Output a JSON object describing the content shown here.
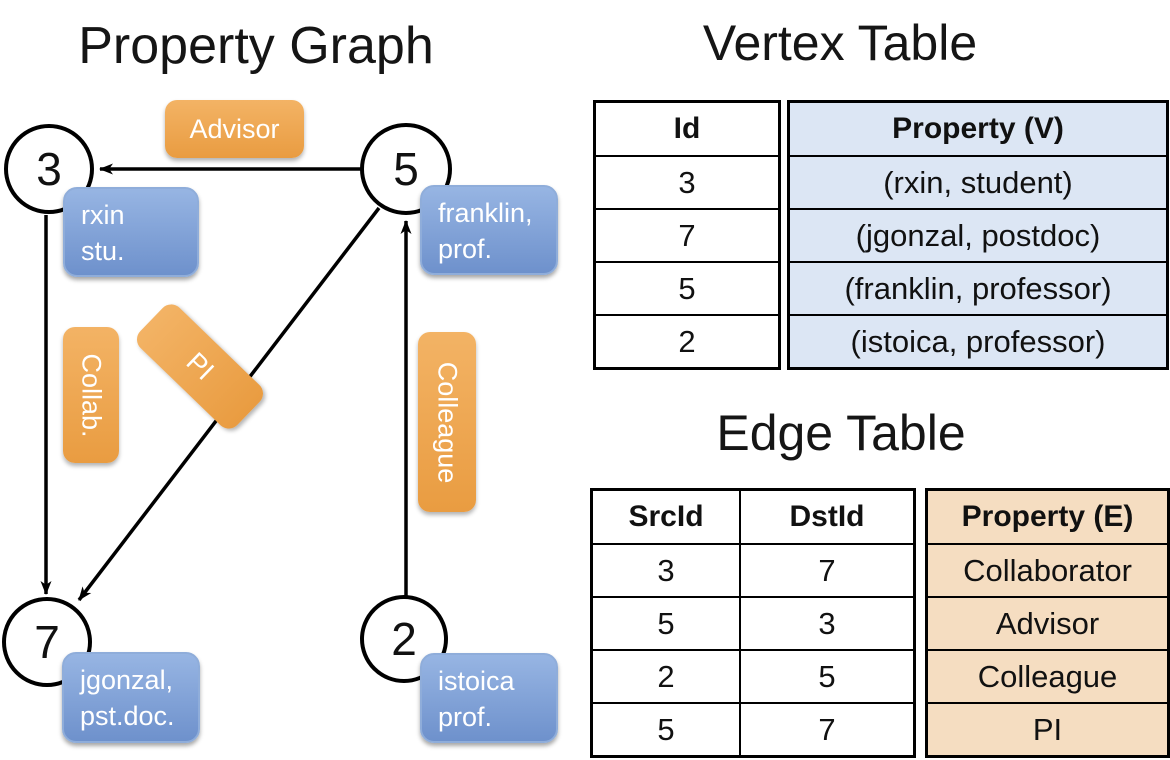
{
  "titles": {
    "graph": "Property Graph",
    "vertex_table": "Vertex Table",
    "edge_table": "Edge Table"
  },
  "graph": {
    "nodes": [
      {
        "id": "3",
        "property": [
          "rxin",
          "stu."
        ]
      },
      {
        "id": "5",
        "property": [
          "franklin,",
          "prof."
        ]
      },
      {
        "id": "7",
        "property": [
          "jgonzal,",
          "pst.doc."
        ]
      },
      {
        "id": "2",
        "property": [
          "istoica",
          "prof."
        ]
      }
    ],
    "edges": [
      {
        "src": "5",
        "dst": "3",
        "label": "Advisor"
      },
      {
        "src": "3",
        "dst": "7",
        "label": "Collab."
      },
      {
        "src": "5",
        "dst": "7",
        "label": "PI"
      },
      {
        "src": "2",
        "dst": "5",
        "label": "Colleague"
      }
    ]
  },
  "vertex_table": {
    "columns": {
      "id": "Id",
      "property": "Property (V)"
    },
    "rows": [
      {
        "id": "3",
        "property": "(rxin, student)"
      },
      {
        "id": "7",
        "property": "(jgonzal, postdoc)"
      },
      {
        "id": "5",
        "property": "(franklin, professor)"
      },
      {
        "id": "2",
        "property": "(istoica, professor)"
      }
    ]
  },
  "edge_table": {
    "columns": {
      "src": "SrcId",
      "dst": "DstId",
      "property": "Property (E)"
    },
    "rows": [
      {
        "src": "3",
        "dst": "7",
        "property": "Collaborator"
      },
      {
        "src": "5",
        "dst": "3",
        "property": "Advisor"
      },
      {
        "src": "2",
        "dst": "5",
        "property": "Colleague"
      },
      {
        "src": "5",
        "dst": "7",
        "property": "PI"
      }
    ]
  },
  "colors": {
    "vertex_label_gradient_top": "#97b5e3",
    "vertex_label_gradient_bottom": "#6e91cc",
    "edge_label_gradient_top": "#f3b365",
    "edge_label_gradient_bottom": "#e99c41",
    "vertex_table_fill": "#dce6f4",
    "edge_table_fill": "#f5ddc1",
    "line": "#000000",
    "label_text": "#ffffff"
  }
}
